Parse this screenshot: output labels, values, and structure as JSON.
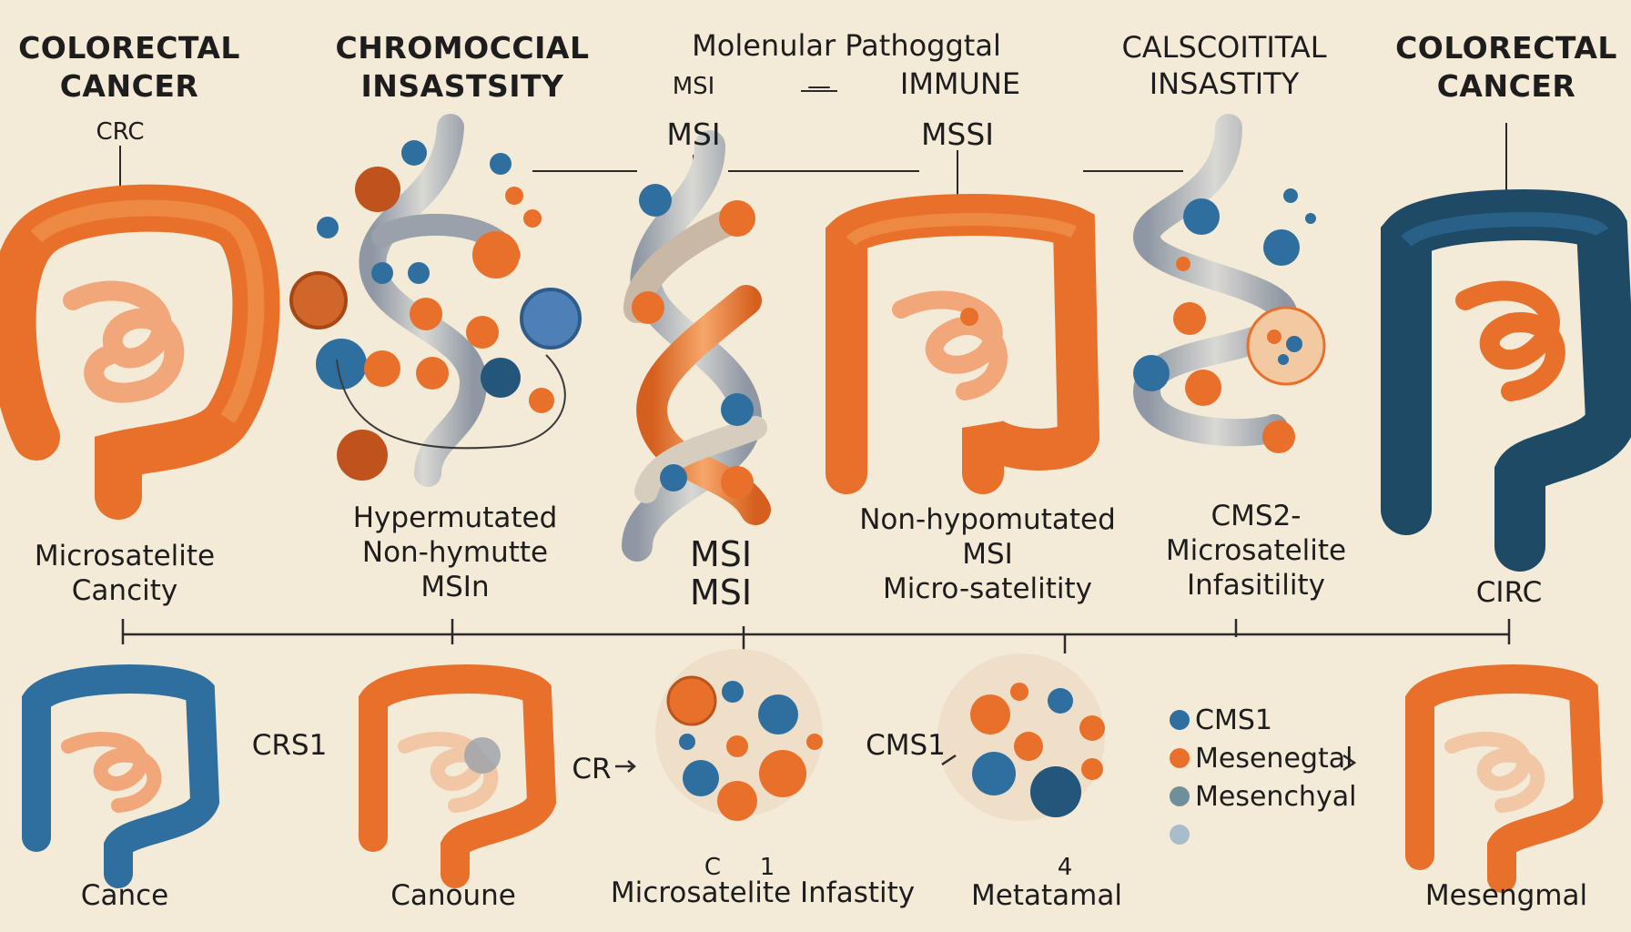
{
  "columns": [
    {
      "header": [
        "COLORECTAL",
        "CANCER"
      ],
      "sub": "CRC",
      "caption": [
        "Microsatelite",
        "Cancity"
      ]
    },
    {
      "header": [
        "CHROMOCCIAL",
        "INSASTSITY"
      ],
      "caption": [
        "Hypermutated",
        "Non-hymutte",
        "MSIn"
      ]
    },
    {
      "header": [
        "Molenular Pathoggtal"
      ],
      "sub": [
        "MSI",
        "—"
      ],
      "mid": "MSI",
      "caption": [
        "MSI",
        "MSI"
      ]
    },
    {
      "header": [
        "IMMUNE"
      ],
      "mid": "MSSI",
      "caption": [
        "Non-hypomutated",
        "MSI",
        "Micro-satelitity"
      ]
    },
    {
      "header": [
        "CALSCOITITAL",
        "INSASTITY"
      ],
      "caption": [
        "CMS2-",
        "Microsatelite",
        "Infasitility"
      ]
    },
    {
      "header": [
        "COLORECTAL",
        "CANCER"
      ],
      "caption": [
        "CIRC"
      ]
    }
  ],
  "bottom": {
    "labels": [
      "CRS1",
      "CR",
      "CMS1"
    ],
    "numbers": [
      "C",
      "1",
      "4"
    ],
    "captions": [
      "Cance",
      "Canoune",
      "Microsatelite Infastity",
      "Metatamal",
      "Mesengmal"
    ],
    "legend": [
      {
        "label": "CMS1",
        "color": "#2f6f9f"
      },
      {
        "label": "Mesenegtal",
        "color": "#e8702a"
      },
      {
        "label": "Mesenchyal",
        "color": "#6f8f9a"
      },
      {
        "label": "",
        "color": "#a9bccb"
      }
    ]
  },
  "colors": {
    "orange": "#e8702a",
    "blue": "#2f6f9f",
    "darkblue": "#1f4a66",
    "beige": "#f4ead8",
    "gray": "#a9acb3",
    "peach": "#f1a779"
  }
}
